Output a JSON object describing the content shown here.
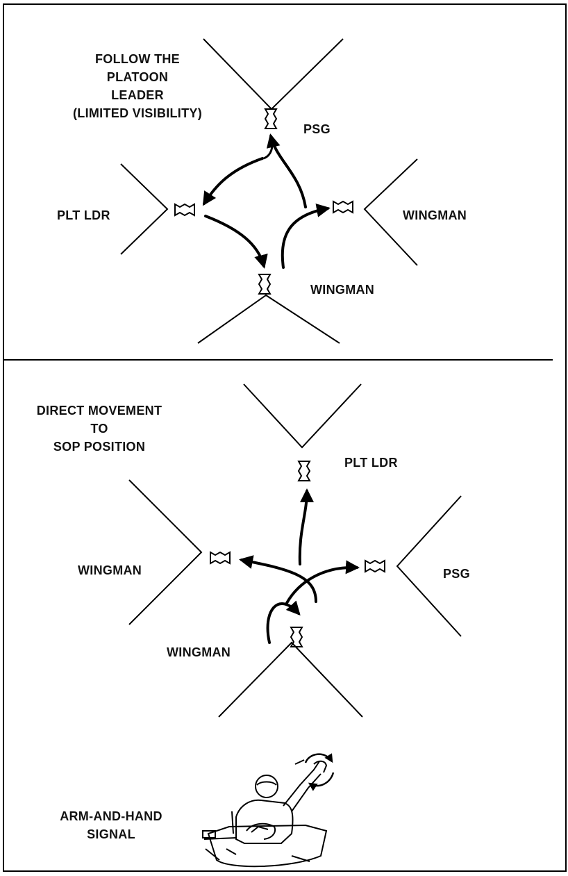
{
  "top_panel": {
    "title_lines": [
      "FOLLOW THE",
      "PLATOON",
      "LEADER",
      "(LIMITED VISIBILITY)"
    ],
    "labels": {
      "psg": "PSG",
      "plt_ldr": "PLT LDR",
      "wingman_right": "WINGMAN",
      "wingman_bottom": "WINGMAN"
    }
  },
  "bottom_panel": {
    "title_lines": [
      "DIRECT MOVEMENT",
      "TO",
      "SOP POSITION"
    ],
    "labels": {
      "plt_ldr": "PLT LDR",
      "wingman_left": "WINGMAN",
      "psg": "PSG",
      "wingman_bottom": "WINGMAN"
    },
    "caption_lines": [
      "ARM-AND-HAND",
      "SIGNAL"
    ]
  },
  "icons": {
    "vehicle": "tank-icon",
    "sector": "sector-of-fire-v",
    "arrow": "movement-arrow",
    "figure": "tank-commander-signal-figure"
  }
}
